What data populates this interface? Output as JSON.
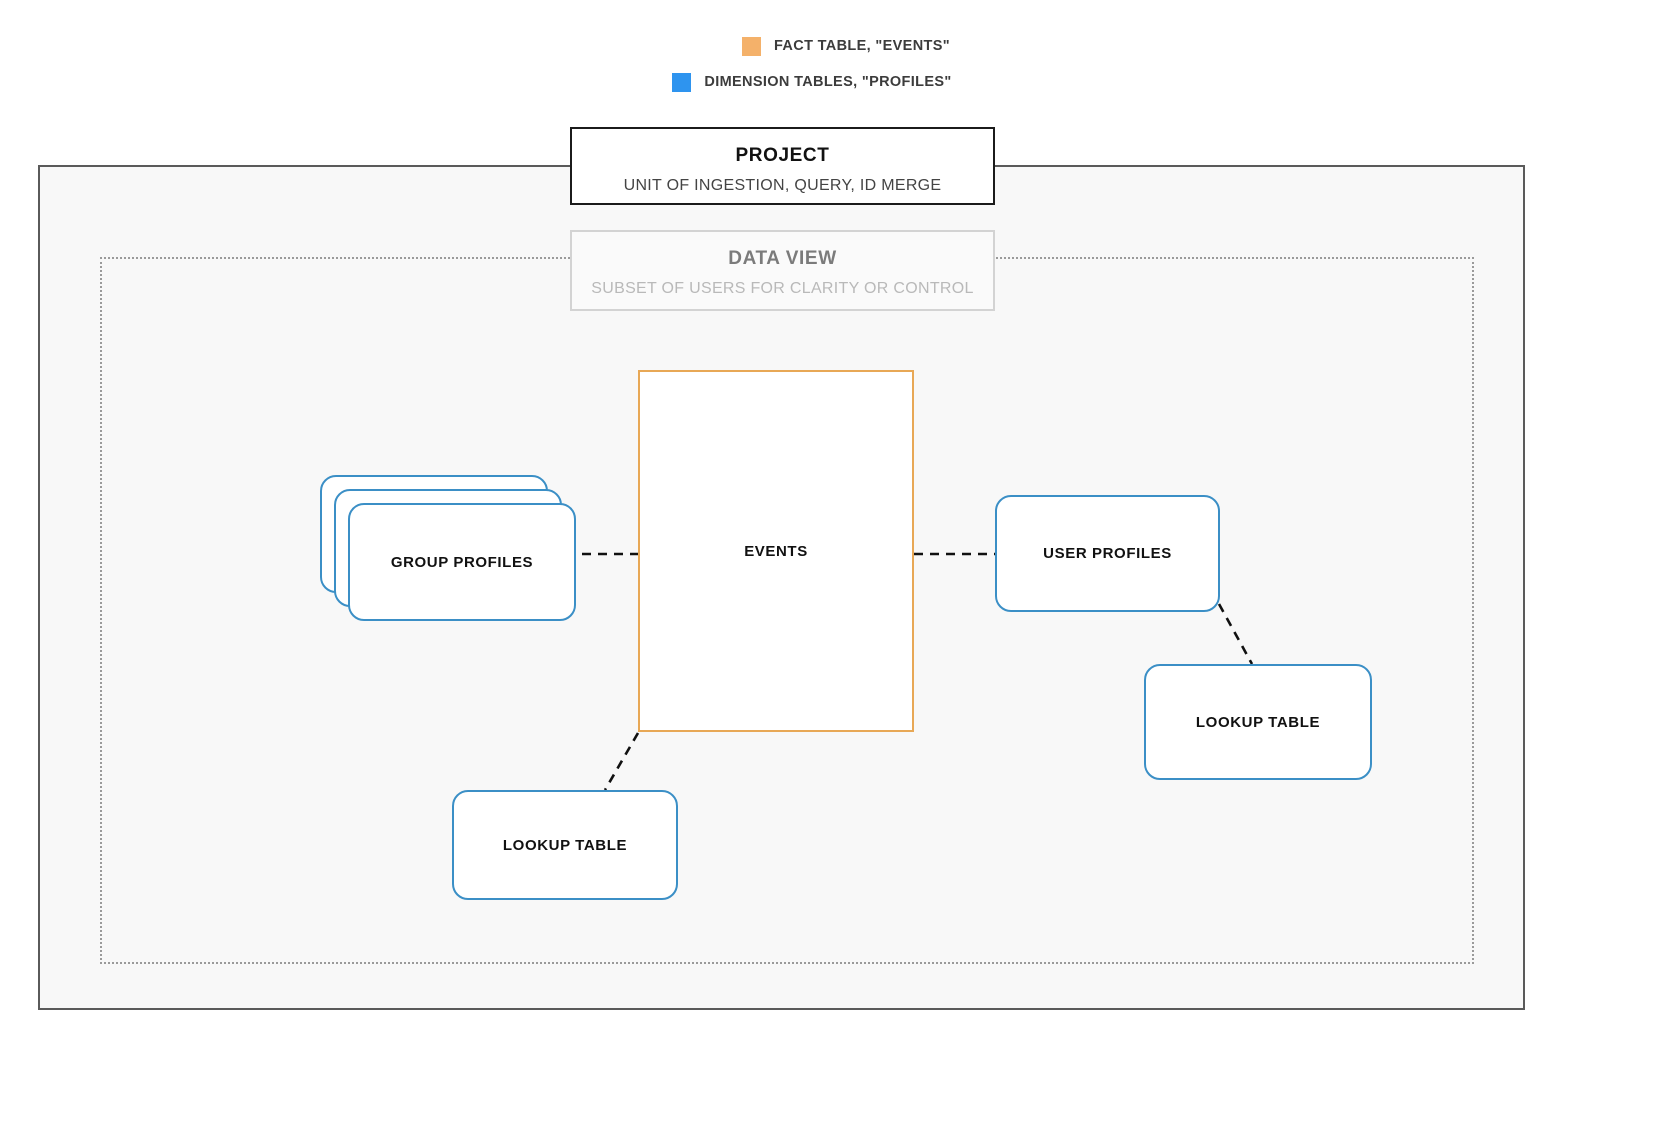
{
  "legend": {
    "items": [
      {
        "label": "FACT TABLE, \"EVENTS\"",
        "color": "#f4b16a",
        "swatch_name": "legend-swatch-fact"
      },
      {
        "label": "DIMENSION TABLES, \"PROFILES\"",
        "color": "#2e94ef",
        "swatch_name": "legend-swatch-dimension"
      }
    ]
  },
  "project": {
    "title": "PROJECT",
    "subtitle": "UNIT OF INGESTION, QUERY, ID MERGE"
  },
  "data_view": {
    "title": "DATA VIEW",
    "subtitle": "SUBSET OF USERS FOR CLARITY OR CONTROL"
  },
  "nodes": {
    "events": "EVENTS",
    "group_profiles": "GROUP PROFILES",
    "user_profiles": "USER PROFILES",
    "lookup_table_left": "LOOKUP TABLE",
    "lookup_table_right": "LOOKUP TABLE"
  },
  "colors": {
    "fact_border": "#e8a856",
    "dimension_border": "#3b8fc6",
    "project_border": "#1b1b1b",
    "data_view_border": "#d3d3d3",
    "canvas_fill": "#f8f8f8"
  }
}
